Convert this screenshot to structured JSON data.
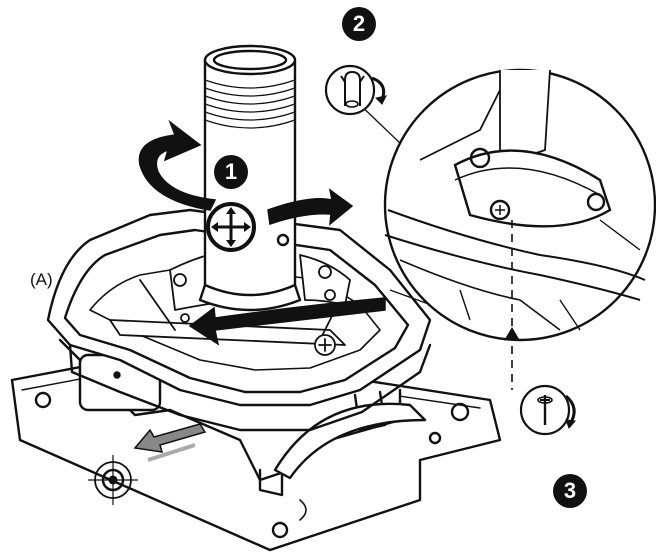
{
  "callout_label": "(A)",
  "steps": [
    {
      "number": "1"
    },
    {
      "number": "2"
    },
    {
      "number": "3"
    }
  ],
  "icons": {
    "move": "move-cross-icon",
    "wrench_tighten": "wrench-rotate-icon",
    "screwdriver": "screwdriver-rotate-icon",
    "target": "target-crosshair-icon"
  }
}
